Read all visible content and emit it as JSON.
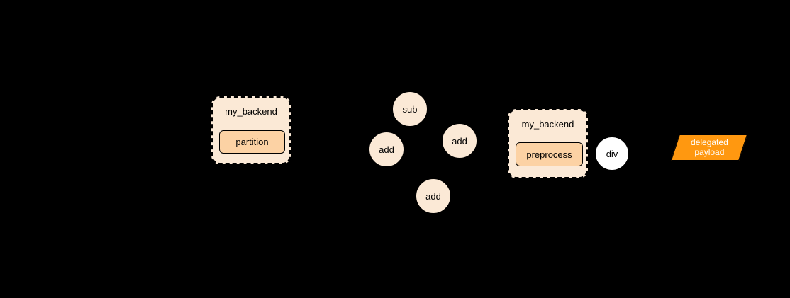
{
  "canvas": {
    "bg": "#000000"
  },
  "colors": {
    "canvas_bg": "#000000",
    "cluster_fill": "#fbe9d6",
    "node_fill": "#fbe9d6",
    "inner_fill": "#fcd2a4",
    "white_node_fill": "#ffffff",
    "payload_fill": "#ff9810",
    "payload_text": "#ffffff",
    "border_color": "#000000"
  },
  "clusters": [
    {
      "label": "my_backend",
      "inner_label": "partition"
    },
    {
      "label": "my_backend",
      "inner_label": "preprocess"
    }
  ],
  "nodes": [
    {
      "label": "sub"
    },
    {
      "label": "add"
    },
    {
      "label": "add"
    },
    {
      "label": "add"
    },
    {
      "label": "div"
    }
  ],
  "payload": {
    "label": "delegated\npayload"
  }
}
